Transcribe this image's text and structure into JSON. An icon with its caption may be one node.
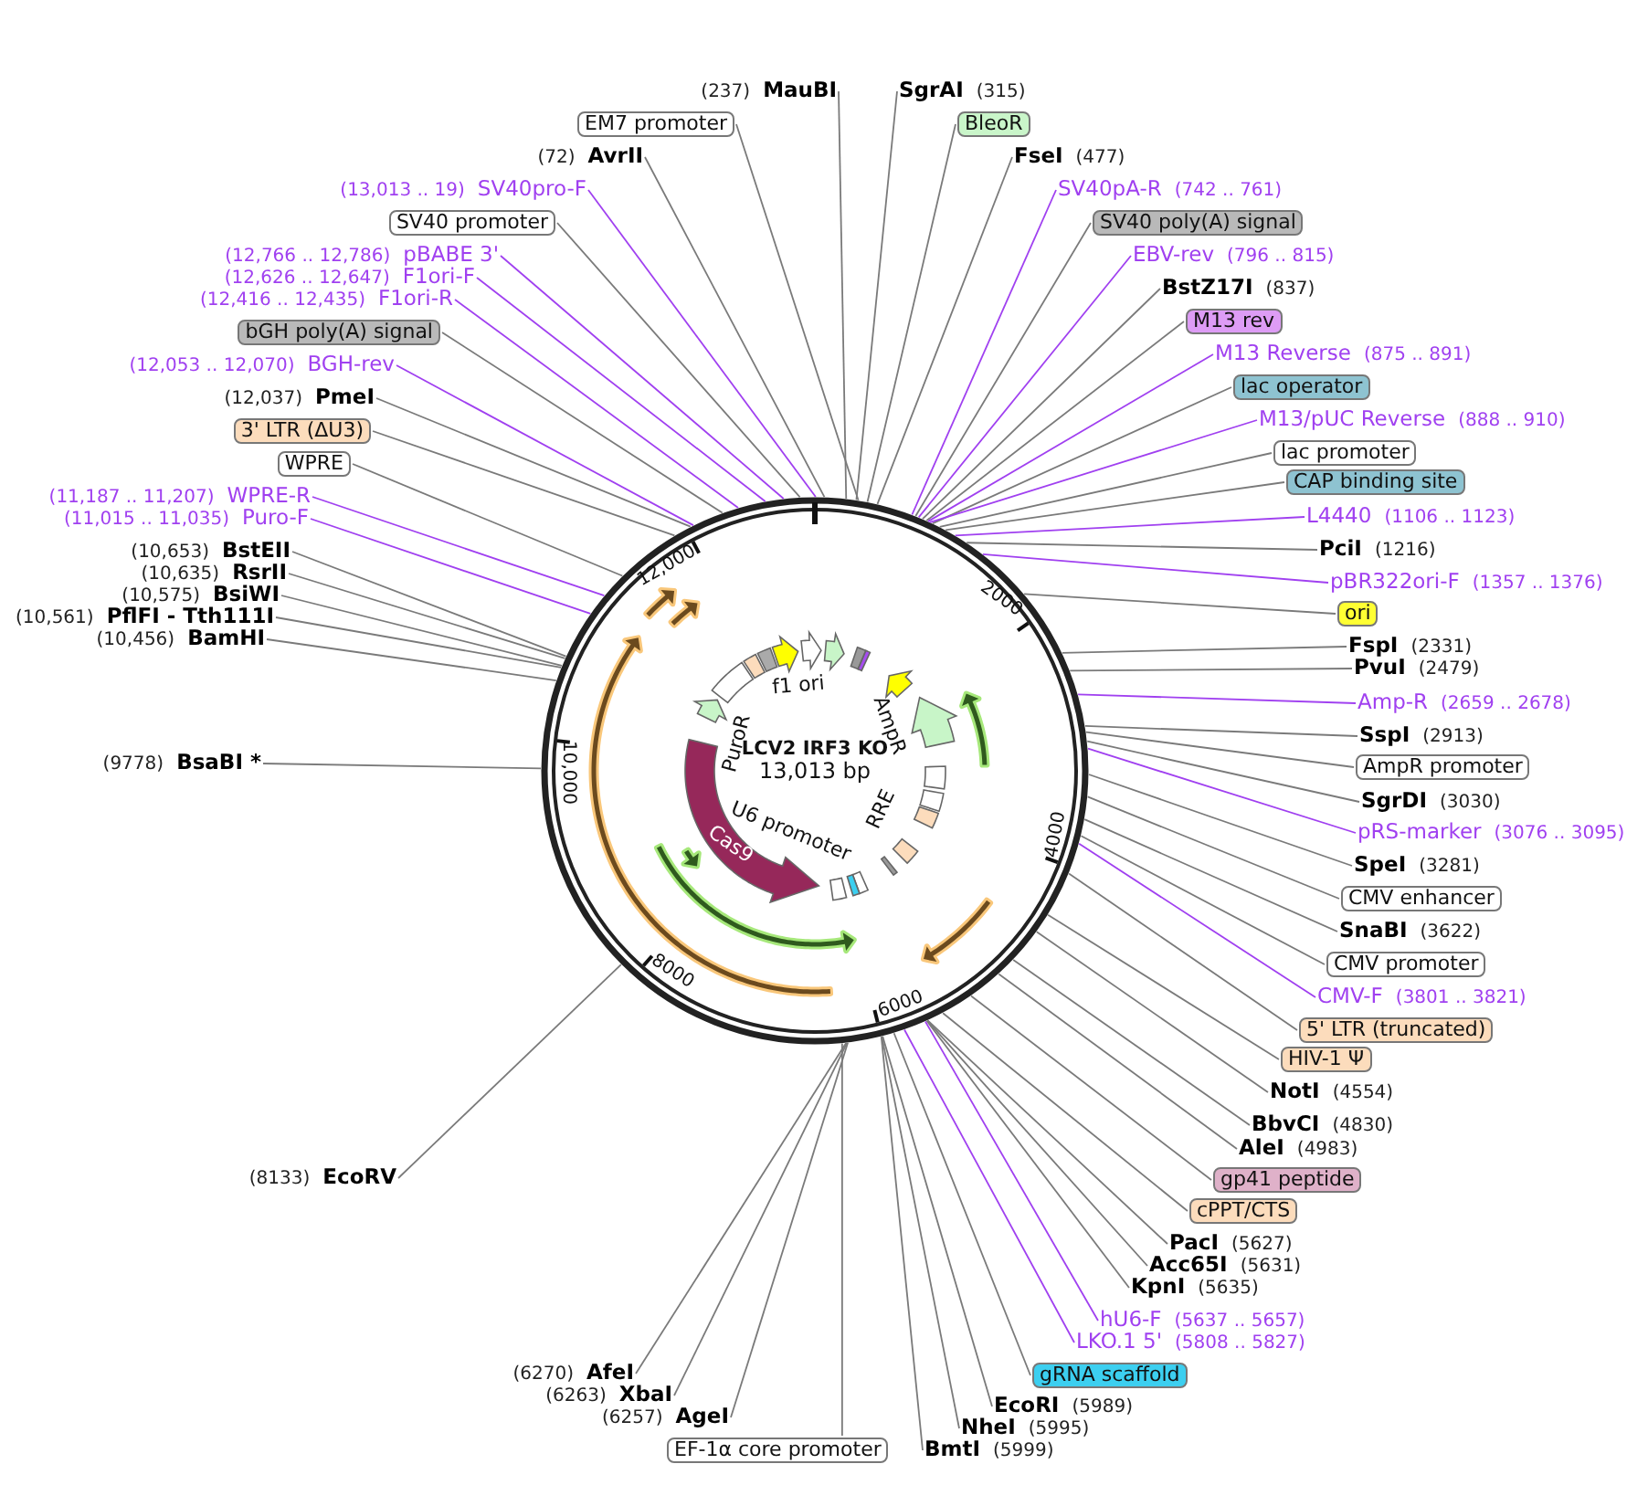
{
  "diagram": {
    "nodes": [
      {
        "text": [
          "(237)",
          "MauBI"
        ]
      },
      {
        "text": [
          "SgrAI",
          "(315)"
        ]
      },
      {
        "text": [
          "EM7 promoter"
        ]
      },
      {
        "text": [
          "BleoR"
        ]
      },
      {
        "text": [
          "(72)",
          "AvrII"
        ]
      },
      {
        "text": [
          "FseI",
          "(477)"
        ]
      },
      {
        "text": [
          "(13,013 .. 19)",
          "SV40pro-F"
        ]
      },
      {
        "text": [
          "SV40pA-R",
          "(742 .. 761)"
        ]
      },
      {
        "text": [
          "SV40 promoter"
        ]
      },
      {
        "text": [
          "SV40 poly(A) signal"
        ]
      },
      {
        "text": [
          "(12,766 .. 12,786)",
          "pBABE 3'"
        ]
      },
      {
        "text": [
          "EBV-rev",
          "(796 .. 815)"
        ]
      },
      {
        "text": [
          "(12,626 .. 12,647)",
          "F1ori-F"
        ]
      },
      {
        "text": [
          "BstZ17I",
          "(837)"
        ]
      },
      {
        "text": [
          "(12,416 .. 12,435)",
          "F1ori-R"
        ]
      },
      {
        "text": [
          "M13 rev"
        ]
      },
      {
        "text": [
          "bGH poly(A) signal"
        ]
      },
      {
        "text": [
          "M13 Reverse",
          "(875 .. 891)"
        ]
      },
      {
        "text": [
          "(12,053 .. 12,070)",
          "BGH-rev"
        ]
      },
      {
        "text": [
          "lac operator"
        ]
      },
      {
        "text": [
          "(12,037)",
          "PmeI"
        ]
      },
      {
        "text": [
          "M13/pUC Reverse",
          "(888 .. 910)"
        ]
      },
      {
        "text": [
          "3' LTR (ΔU3)"
        ]
      },
      {
        "text": [
          "lac promoter"
        ]
      },
      {
        "text": [
          "WPRE"
        ]
      },
      {
        "text": [
          "CAP binding site"
        ]
      },
      {
        "text": [
          "(11,187 .. 11,207)",
          "WPRE-R"
        ]
      },
      {
        "text": [
          "L4440",
          "(1106 .. 1123)"
        ]
      },
      {
        "text": [
          "(11,015 .. 11,035)",
          "Puro-F"
        ]
      },
      {
        "text": [
          "PciI",
          "(1216)"
        ]
      },
      {
        "text": [
          "(10,653)",
          "BstEII"
        ]
      },
      {
        "text": [
          "(10,635)",
          "RsrII"
        ]
      },
      {
        "text": [
          "pBR322ori-F",
          "(1357 .. 1376)"
        ]
      },
      {
        "text": [
          "(10,575)",
          "BsiWI"
        ]
      },
      {
        "text": [
          "ori"
        ]
      },
      {
        "text": [
          "(10,561)",
          "PflFI - Tth111I"
        ]
      },
      {
        "text": [
          "(10,456)",
          "BamHI"
        ]
      },
      {
        "text": [
          "FspI",
          "(2331)"
        ]
      },
      {
        "text": [
          "PvuI",
          "(2479)"
        ]
      },
      {
        "text": [
          "Amp-R",
          "(2659 .. 2678)"
        ]
      },
      {
        "text": [
          "SspI",
          "(2913)"
        ]
      },
      {
        "text": [
          "(9778)",
          "BsaBI *"
        ]
      },
      {
        "text": [
          "AmpR promoter"
        ]
      },
      {
        "text": [
          "SgrDI",
          "(3030)"
        ]
      },
      {
        "text": [
          "pRS-marker",
          "(3076 .. 3095)"
        ]
      },
      {
        "text": [
          "SpeI",
          "(3281)"
        ]
      },
      {
        "text": [
          "CMV enhancer"
        ]
      },
      {
        "text": [
          "SnaBI",
          "(3622)"
        ]
      },
      {
        "text": [
          "CMV promoter"
        ]
      },
      {
        "text": [
          "CMV-F",
          "(3801 .. 3821)"
        ]
      },
      {
        "text": [
          "5' LTR (truncated)"
        ]
      },
      {
        "text": [
          "HIV-1 Ψ"
        ]
      },
      {
        "text": [
          "NotI",
          "(4554)"
        ]
      },
      {
        "text": [
          "BbvCI",
          "(4830)"
        ]
      },
      {
        "text": [
          "AleI",
          "(4983)"
        ]
      },
      {
        "text": [
          "(8133)",
          "EcoRV"
        ]
      },
      {
        "text": [
          "gp41 peptide"
        ]
      },
      {
        "text": [
          "cPPT/CTS"
        ]
      },
      {
        "text": [
          "PacI",
          "(5627)"
        ]
      },
      {
        "text": [
          "Acc65I",
          "(5631)"
        ]
      },
      {
        "text": [
          "KpnI",
          "(5635)"
        ]
      },
      {
        "text": [
          "hU6-F",
          "(5637 .. 5657)"
        ]
      },
      {
        "text": [
          "LKO.1 5'",
          "(5808 .. 5827)"
        ]
      },
      {
        "text": [
          "(6270)",
          "AfeI"
        ]
      },
      {
        "text": [
          "gRNA scaffold"
        ]
      },
      {
        "text": [
          "(6263)",
          "XbaI"
        ]
      },
      {
        "text": [
          "EcoRI",
          "(5989)"
        ]
      },
      {
        "text": [
          "(6257)",
          "AgeI"
        ]
      },
      {
        "text": [
          "NheI",
          "(5995)"
        ]
      },
      {
        "text": [
          "EF-1α core promoter"
        ]
      },
      {
        "text": [
          "BmtI",
          "(5999)"
        ]
      },
      {
        "text": [],
        "shape": "circle"
      }
    ],
    "edges": [
      {
        "from": 0,
        "to": 71,
        "arrow": "none"
      },
      {
        "from": 1,
        "to": 71,
        "arrow": "none"
      },
      {
        "from": 2,
        "to": 71,
        "arrow": "none"
      },
      {
        "from": 3,
        "to": 71,
        "arrow": "none"
      },
      {
        "from": 4,
        "to": 71,
        "arrow": "none"
      },
      {
        "from": 5,
        "to": 71,
        "arrow": "none"
      },
      {
        "from": 6,
        "to": 71,
        "arrow": "none",
        "color": "#a040f0"
      },
      {
        "from": 7,
        "to": 71,
        "arrow": "none",
        "color": "#a040f0"
      },
      {
        "from": 8,
        "to": 71,
        "arrow": "none"
      },
      {
        "from": 9,
        "to": 71,
        "arrow": "none"
      },
      {
        "from": 10,
        "to": 71,
        "arrow": "none",
        "color": "#a040f0"
      },
      {
        "from": 11,
        "to": 71,
        "arrow": "none",
        "color": "#a040f0"
      },
      {
        "from": 12,
        "to": 71,
        "arrow": "none",
        "color": "#a040f0"
      },
      {
        "from": 13,
        "to": 71,
        "arrow": "none"
      },
      {
        "from": 14,
        "to": 71,
        "arrow": "none",
        "color": "#a040f0"
      },
      {
        "from": 15,
        "to": 71,
        "arrow": "none"
      },
      {
        "from": 16,
        "to": 71,
        "arrow": "none"
      },
      {
        "from": 17,
        "to": 71,
        "arrow": "none",
        "color": "#a040f0"
      },
      {
        "from": 18,
        "to": 71,
        "arrow": "none",
        "color": "#a040f0"
      },
      {
        "from": 19,
        "to": 71,
        "arrow": "none"
      },
      {
        "from": 20,
        "to": 71,
        "arrow": "none"
      },
      {
        "from": 21,
        "to": 71,
        "arrow": "none",
        "color": "#a040f0"
      },
      {
        "from": 22,
        "to": 71,
        "arrow": "none"
      },
      {
        "from": 23,
        "to": 71,
        "arrow": "none"
      },
      {
        "from": 24,
        "to": 71,
        "arrow": "none"
      },
      {
        "from": 25,
        "to": 71,
        "arrow": "none"
      },
      {
        "from": 26,
        "to": 71,
        "arrow": "none",
        "color": "#a040f0"
      },
      {
        "from": 27,
        "to": 71,
        "arrow": "none",
        "color": "#a040f0"
      },
      {
        "from": 28,
        "to": 71,
        "arrow": "none",
        "color": "#a040f0"
      },
      {
        "from": 29,
        "to": 71,
        "arrow": "none"
      },
      {
        "from": 30,
        "to": 71,
        "arrow": "none"
      },
      {
        "from": 31,
        "to": 71,
        "arrow": "none"
      },
      {
        "from": 32,
        "to": 71,
        "arrow": "none",
        "color": "#a040f0"
      },
      {
        "from": 33,
        "to": 71,
        "arrow": "none"
      },
      {
        "from": 34,
        "to": 71,
        "arrow": "none"
      },
      {
        "from": 35,
        "to": 71,
        "arrow": "none"
      },
      {
        "from": 36,
        "to": 71,
        "arrow": "none"
      },
      {
        "from": 37,
        "to": 71,
        "arrow": "none"
      },
      {
        "from": 38,
        "to": 71,
        "arrow": "none"
      },
      {
        "from": 39,
        "to": 71,
        "arrow": "none",
        "color": "#a040f0"
      },
      {
        "from": 40,
        "to": 71,
        "arrow": "none"
      },
      {
        "from": 41,
        "to": 71,
        "arrow": "none"
      },
      {
        "from": 42,
        "to": 71,
        "arrow": "none"
      },
      {
        "from": 43,
        "to": 71,
        "arrow": "none"
      },
      {
        "from": 44,
        "to": 71,
        "arrow": "none",
        "color": "#a040f0"
      },
      {
        "from": 45,
        "to": 71,
        "arrow": "none"
      },
      {
        "from": 46,
        "to": 71,
        "arrow": "none"
      },
      {
        "from": 47,
        "to": 71,
        "arrow": "none"
      },
      {
        "from": 48,
        "to": 71,
        "arrow": "none"
      },
      {
        "from": 49,
        "to": 71,
        "arrow": "none",
        "color": "#a040f0"
      },
      {
        "from": 50,
        "to": 71,
        "arrow": "none"
      },
      {
        "from": 51,
        "to": 71,
        "arrow": "none"
      },
      {
        "from": 52,
        "to": 71,
        "arrow": "none"
      },
      {
        "from": 53,
        "to": 71,
        "arrow": "none"
      },
      {
        "from": 54,
        "to": 71,
        "arrow": "none"
      },
      {
        "from": 55,
        "to": 71,
        "arrow": "none"
      },
      {
        "from": 56,
        "to": 71,
        "arrow": "none"
      },
      {
        "from": 57,
        "to": 71,
        "arrow": "none"
      },
      {
        "from": 58,
        "to": 71,
        "arrow": "none"
      },
      {
        "from": 59,
        "to": 71,
        "arrow": "none"
      },
      {
        "from": 60,
        "to": 71,
        "arrow": "none"
      },
      {
        "from": 61,
        "to": 71,
        "arrow": "none",
        "color": "#a040f0"
      },
      {
        "from": 62,
        "to": 71,
        "arrow": "none",
        "color": "#a040f0"
      },
      {
        "from": 63,
        "to": 71,
        "arrow": "none"
      },
      {
        "from": 64,
        "to": 71,
        "arrow": "none"
      },
      {
        "from": 65,
        "to": 71,
        "arrow": "none"
      },
      {
        "from": 66,
        "to": 71,
        "arrow": "none"
      },
      {
        "from": 67,
        "to": 71,
        "arrow": "none"
      },
      {
        "from": 68,
        "to": 71,
        "arrow": "none"
      },
      {
        "from": 69,
        "to": 71,
        "arrow": "none"
      },
      {
        "from": 70,
        "to": 71,
        "arrow": "none"
      }
    ],
    "labels": [
      "12,000",
      "2000",
      "f1 ori",
      "AmpR",
      "PuroR",
      "LCV2 IRF3 KO",
      "13,013 bp",
      "10,000",
      "RRE",
      "U6 promoter",
      "4000",
      "Cas9",
      "8000",
      "6000"
    ]
  }
}
